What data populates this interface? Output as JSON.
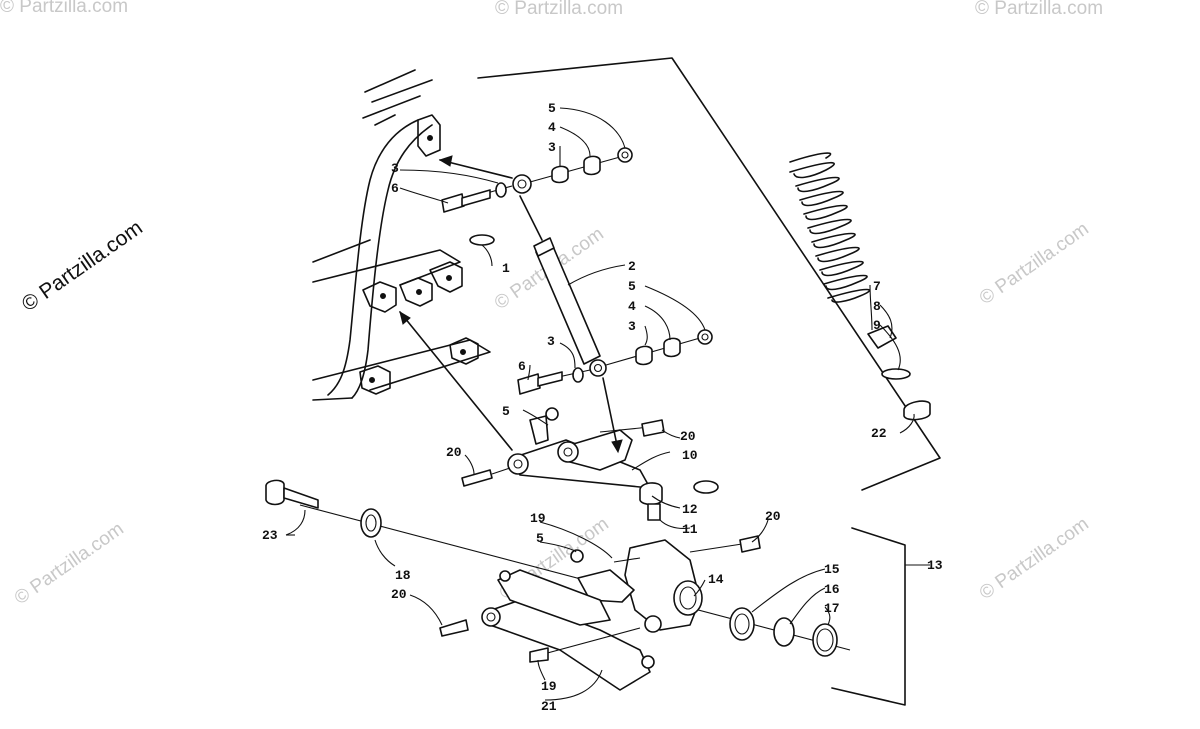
{
  "watermark": {
    "main": "© Partzilla.com",
    "faint": "© Partzilla.com"
  },
  "callouts": [
    {
      "id": "c1",
      "text": "1"
    },
    {
      "id": "c2",
      "text": "2"
    },
    {
      "id": "c3a",
      "text": "3"
    },
    {
      "id": "c3b",
      "text": "3"
    },
    {
      "id": "c3c",
      "text": "3"
    },
    {
      "id": "c3d",
      "text": "3"
    },
    {
      "id": "c4a",
      "text": "4"
    },
    {
      "id": "c4b",
      "text": "4"
    },
    {
      "id": "c5a",
      "text": "5"
    },
    {
      "id": "c5b",
      "text": "5"
    },
    {
      "id": "c5c",
      "text": "5"
    },
    {
      "id": "c5d",
      "text": "5"
    },
    {
      "id": "c6a",
      "text": "6"
    },
    {
      "id": "c6b",
      "text": "6"
    },
    {
      "id": "c7",
      "text": "7"
    },
    {
      "id": "c8",
      "text": "8"
    },
    {
      "id": "c9",
      "text": "9"
    },
    {
      "id": "c10",
      "text": "10"
    },
    {
      "id": "c11",
      "text": "11"
    },
    {
      "id": "c12",
      "text": "12"
    },
    {
      "id": "c13",
      "text": "13"
    },
    {
      "id": "c14",
      "text": "14"
    },
    {
      "id": "c15",
      "text": "15"
    },
    {
      "id": "c16",
      "text": "16"
    },
    {
      "id": "c17",
      "text": "17"
    },
    {
      "id": "c18",
      "text": "18"
    },
    {
      "id": "c19a",
      "text": "19"
    },
    {
      "id": "c19b",
      "text": "19"
    },
    {
      "id": "c20a",
      "text": "20"
    },
    {
      "id": "c20b",
      "text": "20"
    },
    {
      "id": "c20c",
      "text": "20"
    },
    {
      "id": "c20d",
      "text": "20"
    },
    {
      "id": "c21",
      "text": "21"
    },
    {
      "id": "c22",
      "text": "22"
    },
    {
      "id": "c23",
      "text": "23"
    }
  ]
}
